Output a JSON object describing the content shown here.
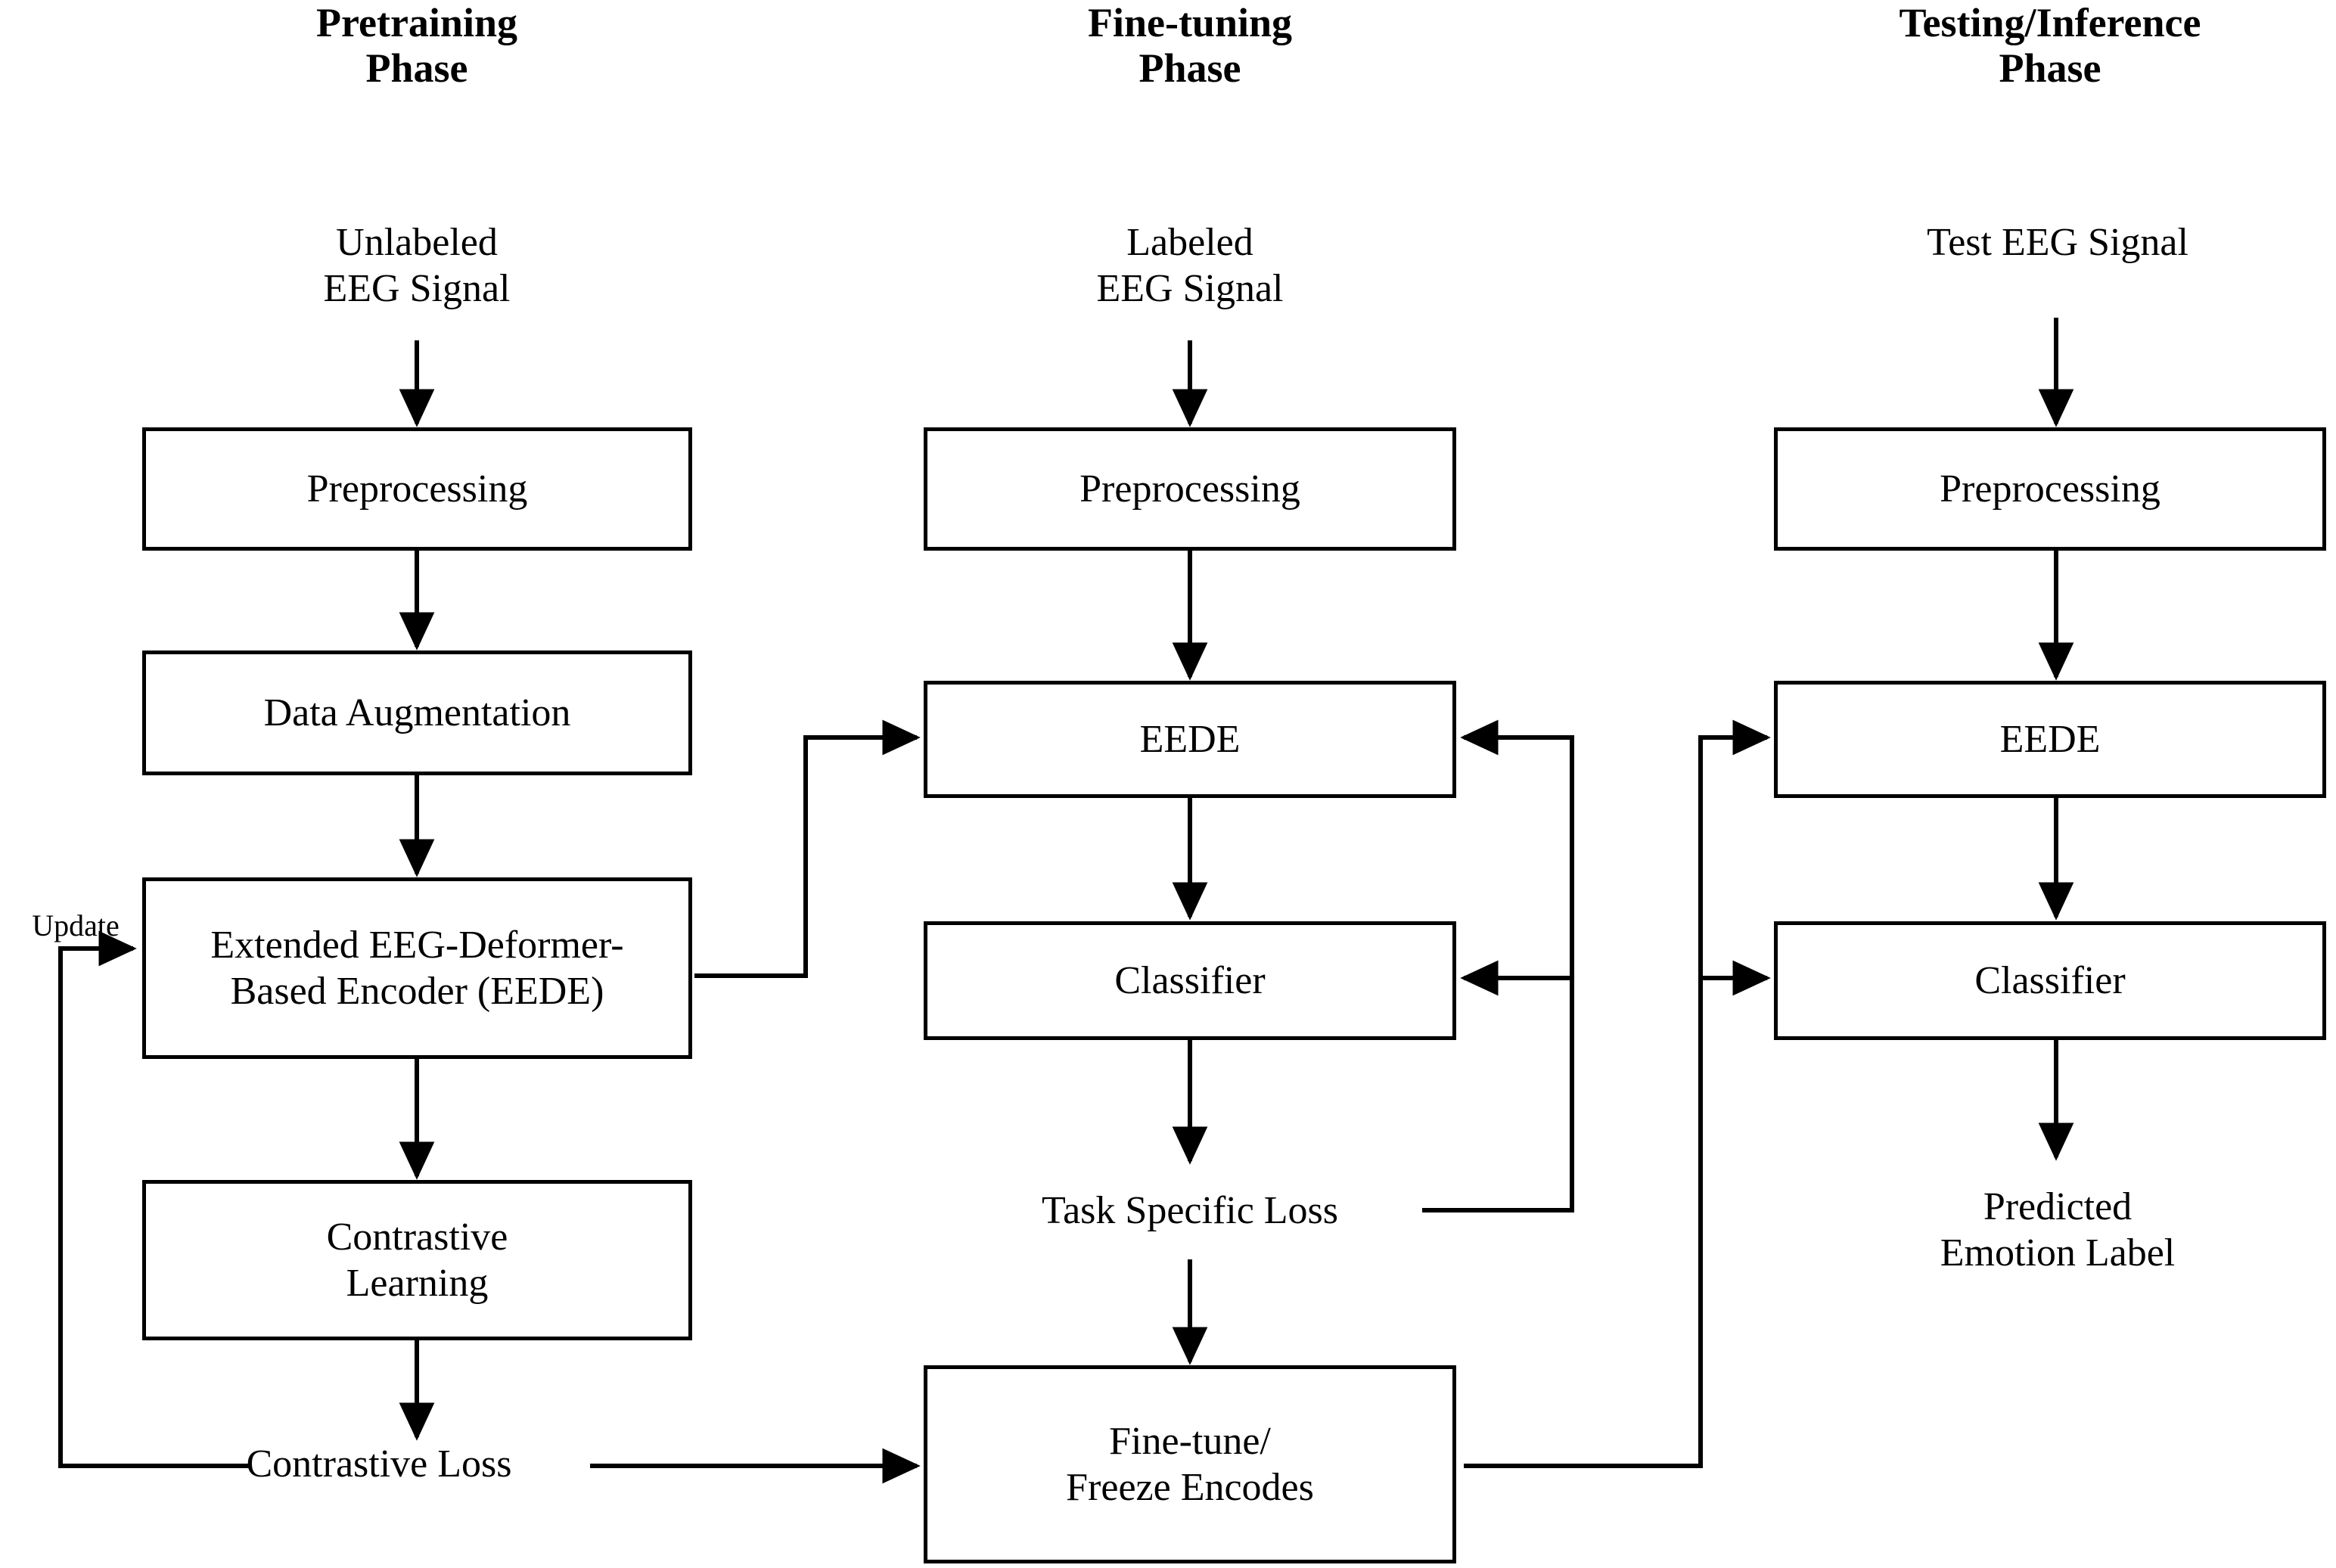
{
  "diagram": {
    "title": "EEG Self-Supervised Emotion Recognition Pipeline",
    "colors": {
      "line": "#000000",
      "box_fill": "#ffffff",
      "text": "#000000"
    }
  },
  "phases": [
    {
      "id": "pretraining",
      "line1": "Pretraining",
      "line2": "Phase"
    },
    {
      "id": "finetuning",
      "line1": "Fine-tuning",
      "line2": "Phase"
    },
    {
      "id": "testing",
      "line1": "Testing/Inference",
      "line2": "Phase"
    }
  ],
  "pretraining": {
    "input_line1": "Unlabeled",
    "input_line2": "EEG Signal",
    "preprocessing": "Preprocessing",
    "augmentation": "Data Augmentation",
    "encoder_line1": "Extended EEG-Deformer-",
    "encoder_line2": "Based Encoder (EEDE)",
    "contrastive_line1": "Contrastive",
    "contrastive_line2": "Learning",
    "contrastive_loss": "Contrastive Loss",
    "update_label": "Update"
  },
  "finetuning": {
    "input_line1": "Labeled",
    "input_line2": "EEG Signal",
    "preprocessing": "Preprocessing",
    "eede": "EEDE",
    "classifier": "Classifier",
    "task_loss": "Task Specific Loss",
    "finetune_line1": "Fine-tune/",
    "finetune_line2": "Freeze Encodes"
  },
  "testing": {
    "input": "Test EEG Signal",
    "preprocessing": "Preprocessing",
    "eede": "EEDE",
    "classifier": "Classifier",
    "output_line1": "Predicted",
    "output_line2": "Emotion Label"
  }
}
